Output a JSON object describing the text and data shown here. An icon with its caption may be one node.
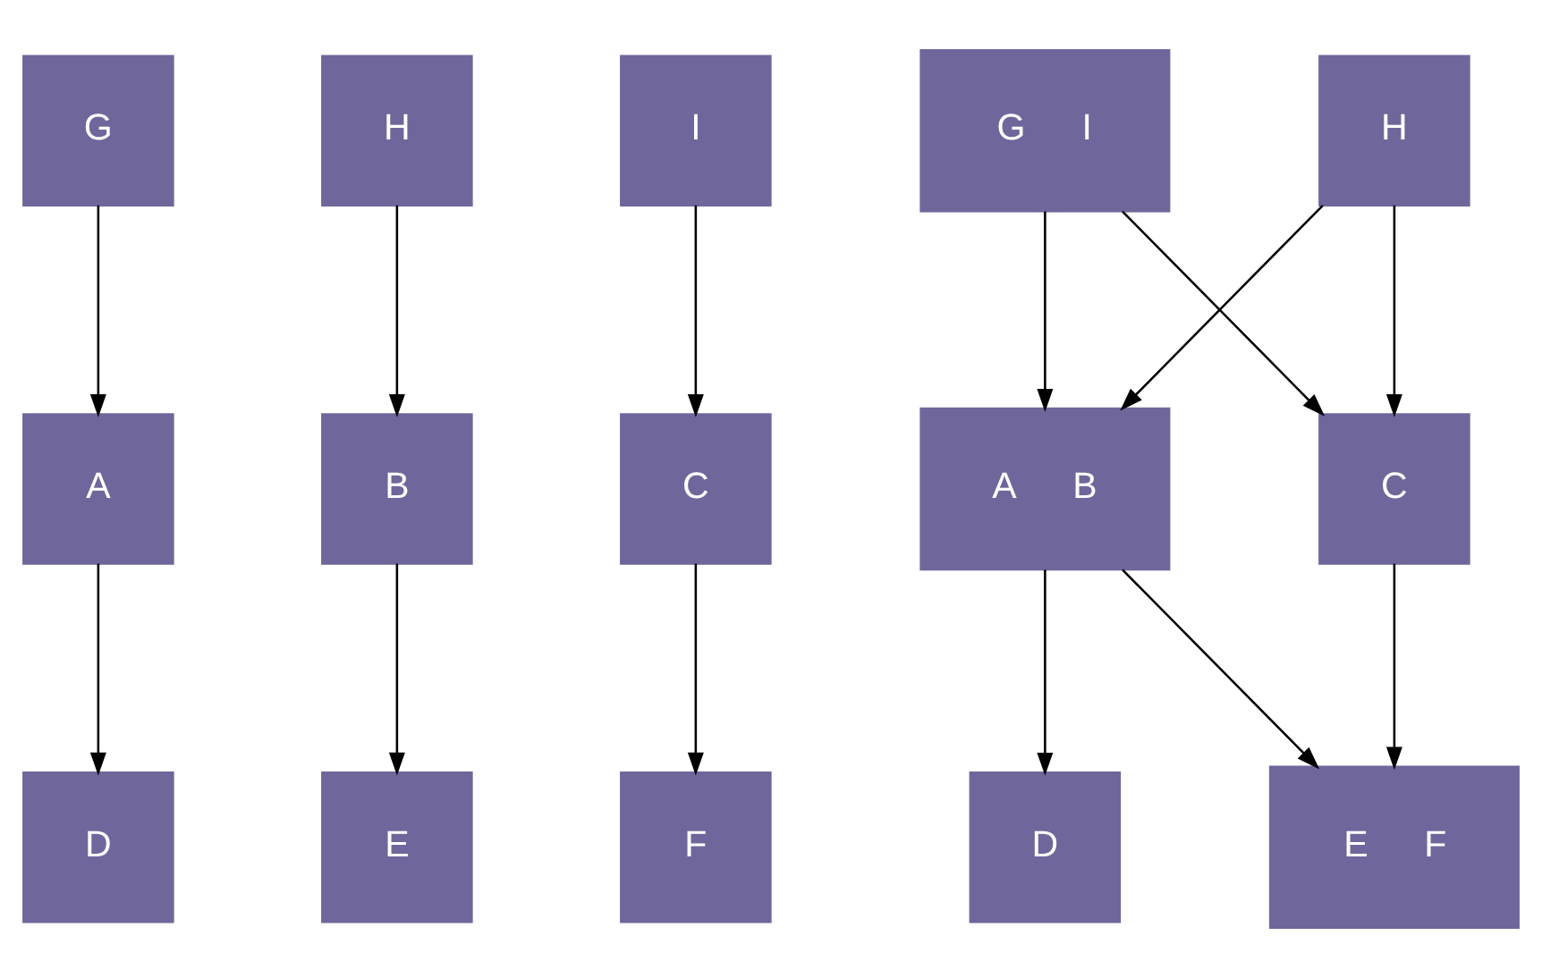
{
  "diagram": {
    "nodes": [
      {
        "text": [
          "G"
        ]
      },
      {
        "text": [
          "H"
        ]
      },
      {
        "text": [
          "I"
        ]
      },
      {
        "text": [
          "G",
          "I"
        ]
      },
      {
        "text": [
          "H"
        ]
      },
      {
        "text": [
          "A"
        ]
      },
      {
        "text": [
          "B"
        ]
      },
      {
        "text": [
          "C"
        ]
      },
      {
        "text": [
          "A",
          "B"
        ]
      },
      {
        "text": [
          "C"
        ]
      },
      {
        "text": [
          "D"
        ]
      },
      {
        "text": [
          "E"
        ]
      },
      {
        "text": [
          "F"
        ]
      },
      {
        "text": [
          "D"
        ]
      },
      {
        "text": [
          "E",
          "F"
        ]
      }
    ],
    "edges": [
      {
        "from": 0,
        "to": 5,
        "arrow": "to"
      },
      {
        "from": 5,
        "to": 10,
        "arrow": "to"
      },
      {
        "from": 1,
        "to": 6,
        "arrow": "to"
      },
      {
        "from": 6,
        "to": 11,
        "arrow": "to"
      },
      {
        "from": 2,
        "to": 7,
        "arrow": "to"
      },
      {
        "from": 7,
        "to": 12,
        "arrow": "to"
      },
      {
        "from": 3,
        "to": 8,
        "arrow": "to"
      },
      {
        "from": 3,
        "to": 9,
        "arrow": "to"
      },
      {
        "from": 4,
        "to": 8,
        "arrow": "to"
      },
      {
        "from": 4,
        "to": 9,
        "arrow": "to"
      },
      {
        "from": 8,
        "to": 13,
        "arrow": "to"
      },
      {
        "from": 8,
        "to": 14,
        "arrow": "to"
      },
      {
        "from": 9,
        "to": 14,
        "arrow": "to"
      }
    ]
  }
}
